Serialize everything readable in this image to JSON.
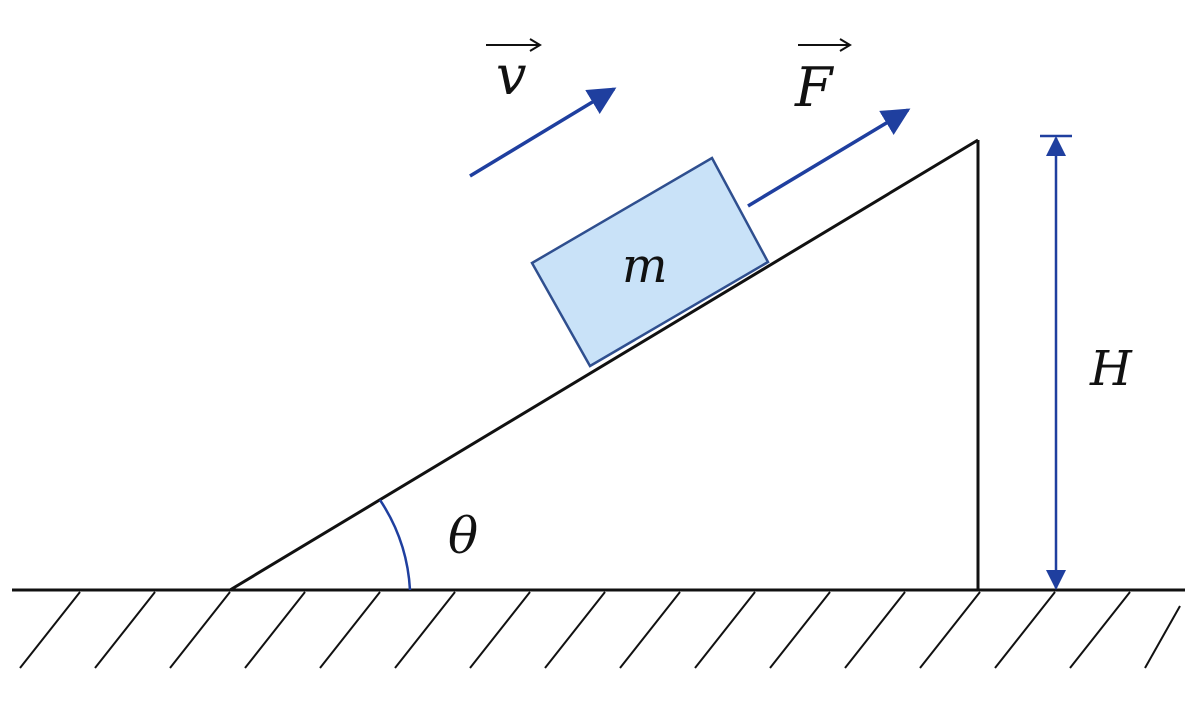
{
  "labels": {
    "velocity": "v",
    "force": "F",
    "mass": "m",
    "angle": "θ",
    "height": "H"
  },
  "colors": {
    "line": "#111111",
    "arrow": "#1f3f9f",
    "block_fill": "#c9e2f8",
    "block_stroke": "#2f4f8f",
    "background": "#ffffff"
  }
}
